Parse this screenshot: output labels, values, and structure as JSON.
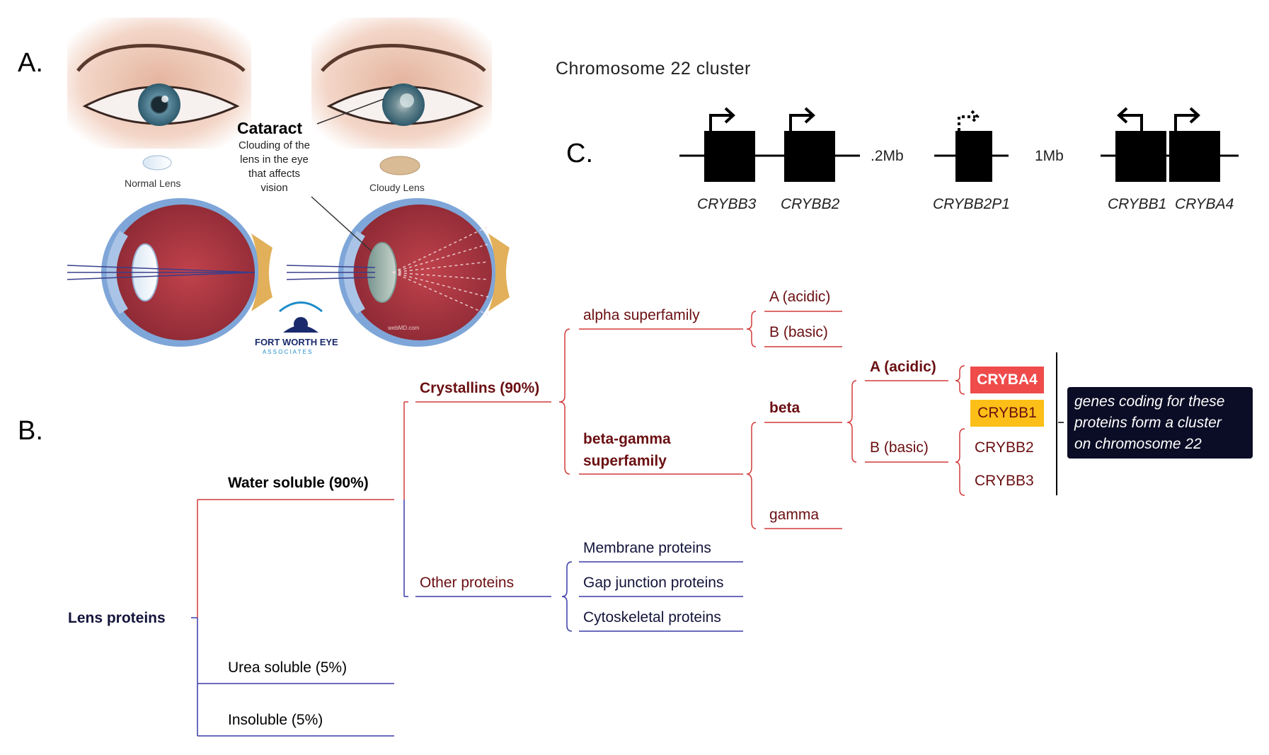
{
  "panel_labels": {
    "a": "A.",
    "b": "B.",
    "c": "C."
  },
  "panel_a": {
    "cataract_title": "Cataract",
    "cataract_desc": [
      "Clouding of the",
      "lens in the eye",
      "that affects",
      "vision"
    ],
    "normal_lens_label": "Normal Lens",
    "cloudy_lens_label": "Cloudy Lens",
    "logo_text_1": "FORT WORTH EYE",
    "logo_text_2": "A S S O C I A T E S",
    "watermark": "webMD.com"
  },
  "panel_c": {
    "title": "Chromosome  22 cluster",
    "genes": [
      "CRYBB3",
      "CRYBB2",
      "CRYBB2P1",
      "CRYBB1",
      "CRYBA4"
    ],
    "distances": [
      ".2Mb",
      "1Mb"
    ]
  },
  "panel_b": {
    "root": "Lens proteins",
    "level1": [
      "Water soluble (90%)",
      "Urea soluble (5%)",
      "Insoluble (5%)"
    ],
    "water_soluble_children": [
      "Crystallins (90%)",
      "Other proteins"
    ],
    "crystallin_children": [
      "alpha superfamily",
      "beta-gamma",
      "superfamily"
    ],
    "alpha_children": [
      "A (acidic)",
      "B (basic)"
    ],
    "beta_gamma_children": [
      "beta",
      "gamma"
    ],
    "beta_children": [
      "A (acidic)",
      "B (basic)"
    ],
    "genes": [
      "CRYBA4",
      "CRYBB1",
      "CRYBB2",
      "CRYBB3"
    ],
    "other_children": [
      "Membrane proteins",
      "Gap junction proteins",
      "Cytoskeletal proteins"
    ],
    "note": [
      "genes coding for these",
      "proteins form a cluster",
      "on chromosome 22"
    ]
  },
  "colors": {
    "dark_red": "#6b0f12",
    "red_line": "#d23a3a",
    "navy": "#14143c",
    "blue_line": "#3a3aa8",
    "crybba4_bg": "#ef4b4b",
    "crybb1_bg": "#fbbf17",
    "note_bg": "#0b0c25"
  }
}
